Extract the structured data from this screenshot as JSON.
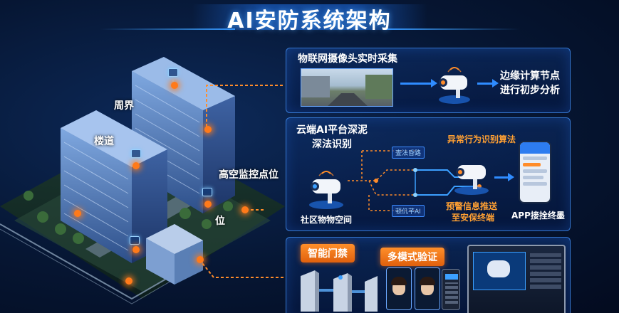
{
  "title": "AI安防系统架构",
  "scene": {
    "labels": {
      "perimeter": "周界",
      "corridor": "楼道",
      "high_point": "高空监控点位",
      "position": "位"
    }
  },
  "panel_capture": {
    "heading": "物联网摄像头实时采集",
    "edge_line1": "边缘计算节点",
    "edge_line2": "进行初步分析"
  },
  "panel_cloud": {
    "heading_line1": "云端AI平台深泥",
    "heading_line2": "深法识别",
    "community_label": "社区物物空间",
    "abnormal_label": "异常行为识别算法",
    "alert_line1": "预警信息推送",
    "alert_line2": "至安保终端",
    "app_label": "APP接拴终墨",
    "mini_top": "查法昏路",
    "mini_bottom": "顿仉芊AI"
  },
  "panel_access": {
    "smart_gate": "智能门禁",
    "multi_verify": "多模式验证"
  },
  "colors": {
    "accent_blue": "#2f8cff",
    "accent_orange": "#ff7a1a",
    "panel_border": "#4696ff",
    "background": "#061633"
  }
}
